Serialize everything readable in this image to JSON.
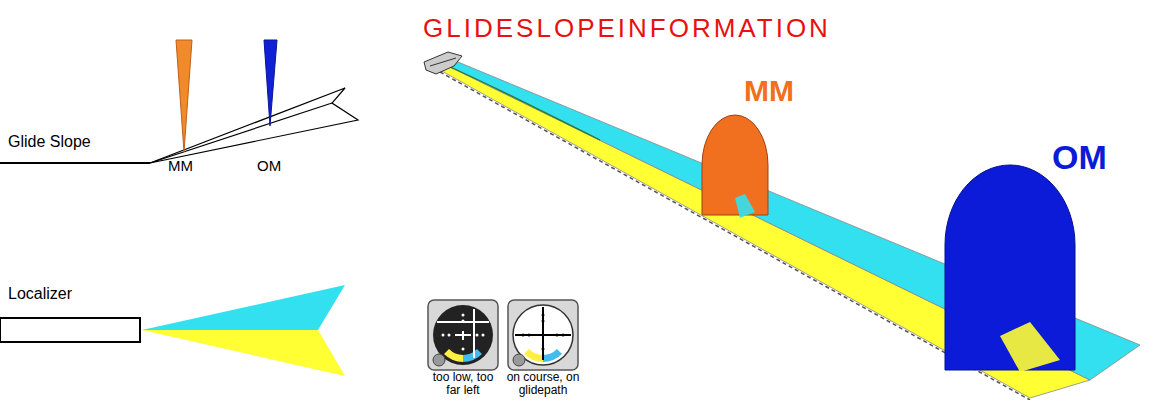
{
  "diagram": {
    "title": "GLIDESLOPEINFORMATION",
    "labels": [
      "Glide Slope",
      "MM",
      "OM",
      "Localizer",
      "too low, too far left",
      "on course, on glidepath",
      "MM",
      "OM"
    ]
  }
}
